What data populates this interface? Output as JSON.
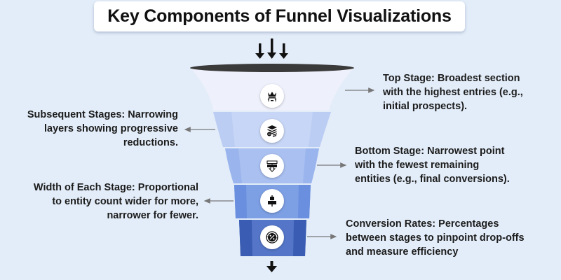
{
  "title": "Key Components of Funnel Visualizations",
  "funnel": {
    "stages": [
      {
        "name": "top",
        "icon": "crown-icon",
        "color": "#eef0fb"
      },
      {
        "name": "subsequent",
        "icon": "layers-icon",
        "color": "#c7d6f6"
      },
      {
        "name": "narrowing",
        "icon": "filter-down-icon",
        "color": "#a9c0f1"
      },
      {
        "name": "width",
        "icon": "align-center-icon",
        "color": "#7d9fe4"
      },
      {
        "name": "bottom",
        "icon": "percent-cycle-icon",
        "color": "#3f63b8"
      }
    ],
    "rim_color": "#3a3a3a"
  },
  "annotations": {
    "top_stage": "Top Stage: Broadest section\nwith the highest entries (e.g.,\ninitial prospects).",
    "subsequent_stages": "Subsequent Stages: Narrowing\nlayers showing progressive\nreductions.",
    "bottom_stage": "Bottom Stage: Narrowest point\nwith the fewest remaining\nentities (e.g., final conversions).",
    "width_of_each_stage": "Width of Each Stage: Proportional\nto entity count wider for more,\nnarrower for fewer.",
    "conversion_rates": "Conversion Rates: Percentages\nbetween stages to pinpoint drop-offs\nand measure efficiency"
  }
}
